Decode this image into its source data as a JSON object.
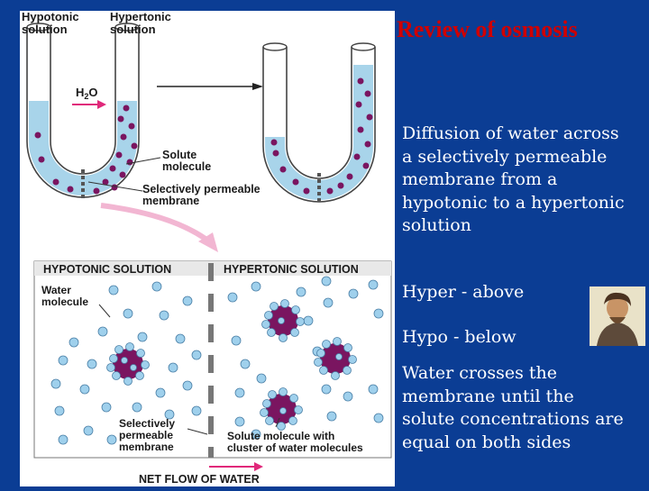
{
  "title": "Review of osmosis",
  "description": [
    "Diffusion of water across",
    "a selectively permeable",
    "membrane from a",
    "hypotonic to a hypertonic",
    "solution"
  ],
  "hyper_note": "Hyper - above",
  "hypo_note": "Hypo - below",
  "conclusion": [
    "Water crosses the",
    "membrane until the",
    "solute concentrations are",
    "equal on both sides"
  ],
  "diagram": {
    "top": {
      "hypotonic_label": [
        "Hypotonic",
        "solution"
      ],
      "hypertonic_label": [
        "Hypertonic",
        "solution"
      ],
      "water_symbol": "H",
      "water_subscript": "2",
      "water_symbol_end": "O",
      "solute_label": [
        "Solute",
        "molecule"
      ],
      "membrane_label": [
        "Selectively permeable",
        "membrane"
      ]
    },
    "bottom": {
      "hypotonic_header": "HYPOTONIC SOLUTION",
      "hypertonic_header": "HYPERTONIC SOLUTION",
      "water_label": [
        "Water",
        "molecule"
      ],
      "membrane_label": [
        "Selectively",
        "permeable",
        "membrane"
      ],
      "solute_cluster_label": [
        "Solute molecule with",
        "cluster of water molecules"
      ],
      "net_flow": "NET FLOW OF WATER"
    }
  },
  "colors": {
    "background": "#0b3d94",
    "title": "#d10000",
    "solution": "#a8d4ea",
    "solute": "#7a1560",
    "water": "#9fd0ec",
    "arrow_magenta": "#e0287a"
  }
}
